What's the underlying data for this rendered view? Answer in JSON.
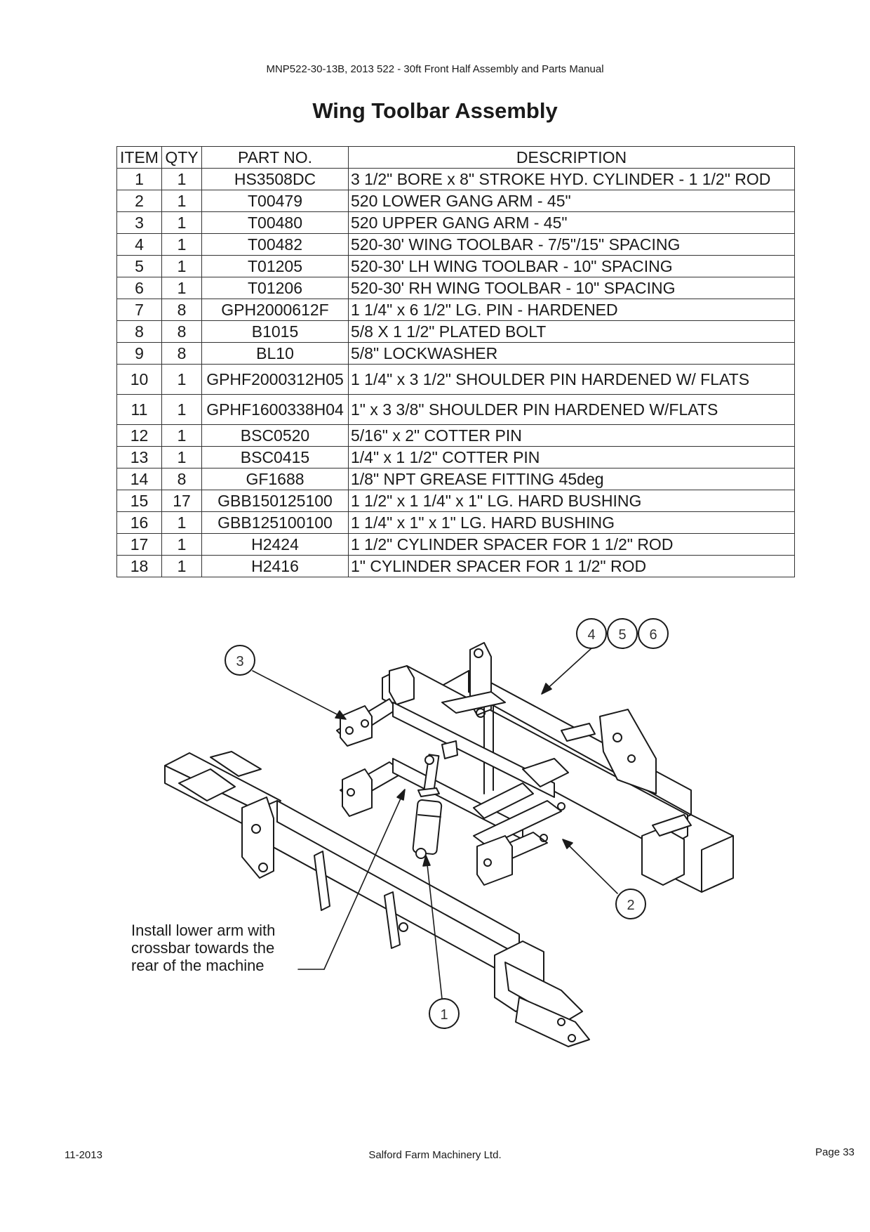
{
  "header": "MNP522-30-13B, 2013 522 - 30ft Front Half Assembly and Parts Manual",
  "title": "Wing Toolbar Assembly",
  "table": {
    "columns": [
      "ITEM",
      "QTY",
      "PART NO.",
      "DESCRIPTION"
    ],
    "rows": [
      [
        "1",
        "1",
        "HS3508DC",
        "3 1/2\" BORE x 8\" STROKE HYD. CYLINDER - 1 1/2\" ROD"
      ],
      [
        "2",
        "1",
        "T00479",
        "520 LOWER GANG ARM - 45\""
      ],
      [
        "3",
        "1",
        "T00480",
        "520 UPPER GANG ARM - 45\""
      ],
      [
        "4",
        "1",
        "T00482",
        "520-30' WING TOOLBAR - 7/5\"/15\" SPACING"
      ],
      [
        "5",
        "1",
        "T01205",
        "520-30' LH WING TOOLBAR - 10\" SPACING"
      ],
      [
        "6",
        "1",
        "T01206",
        "520-30' RH WING TOOLBAR - 10\" SPACING"
      ],
      [
        "7",
        "8",
        "GPH2000612F",
        "1 1/4\" x 6 1/2\" LG. PIN - HARDENED"
      ],
      [
        "8",
        "8",
        "B1015",
        "5/8 X 1 1/2\" PLATED BOLT"
      ],
      [
        "9",
        "8",
        "BL10",
        "5/8\" LOCKWASHER"
      ],
      [
        "10",
        "1",
        "GPHF2000312H05",
        "1 1/4\" x 3 1/2\" SHOULDER PIN HARDENED W/ FLATS"
      ],
      [
        "11",
        "1",
        "GPHF1600338H04",
        "1\" x 3 3/8\" SHOULDER PIN HARDENED W/FLATS"
      ],
      [
        "12",
        "1",
        "BSC0520",
        "5/16\" x 2\" COTTER PIN"
      ],
      [
        "13",
        "1",
        "BSC0415",
        "1/4\" x 1 1/2\" COTTER PIN"
      ],
      [
        "14",
        "8",
        "GF1688",
        "1/8\" NPT GREASE FITTING 45deg"
      ],
      [
        "15",
        "17",
        "GBB150125100",
        "1 1/2\" x 1 1/4\" x 1\" LG. HARD BUSHING"
      ],
      [
        "16",
        "1",
        "GBB125100100",
        "1 1/4\" x 1\" x 1\" LG. HARD BUSHING"
      ],
      [
        "17",
        "1",
        "H2424",
        "1 1/2\" CYLINDER SPACER FOR 1 1/2\" ROD"
      ],
      [
        "18",
        "1",
        "H2416",
        "1\" CYLINDER SPACER FOR 1 1/2\" ROD"
      ]
    ]
  },
  "diagram": {
    "callouts": [
      "3",
      "4",
      "5",
      "6",
      "2",
      "1"
    ],
    "note_lines": [
      "Install lower arm with",
      "crossbar towards the",
      "rear of the machine"
    ]
  },
  "footer": {
    "date": "11-2013",
    "company": "Salford Farm Machinery Ltd.",
    "page": "Page 33"
  }
}
